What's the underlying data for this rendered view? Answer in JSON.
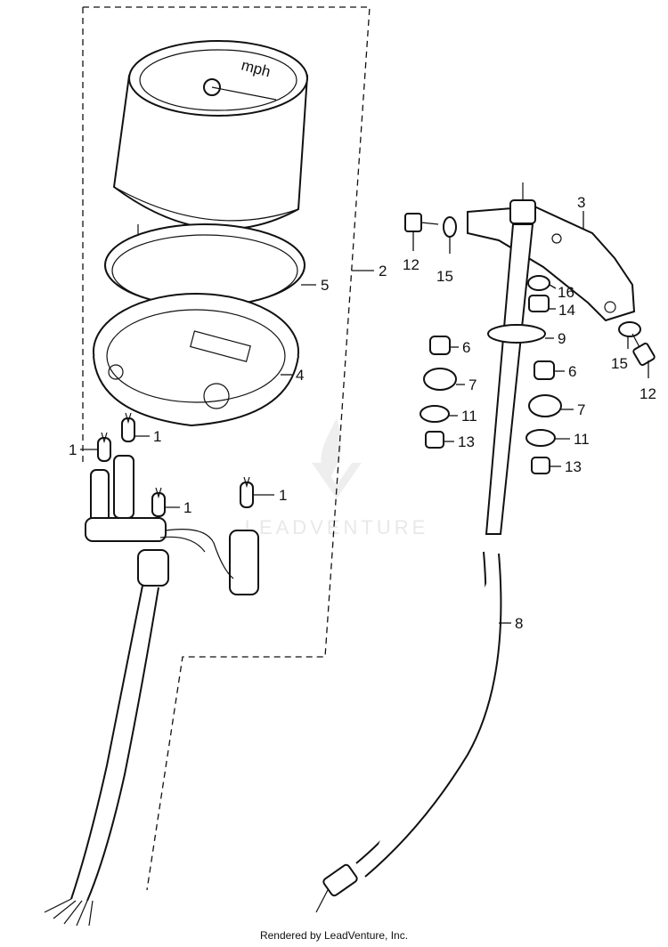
{
  "watermark": "LEADVENTURE",
  "dial_text": "mph",
  "footer": "Rendered by LeadVenture, Inc.",
  "callouts": {
    "c1a": "1",
    "c1b": "1",
    "c1c": "1",
    "c1d": "1",
    "c2": "2",
    "c3": "3",
    "c4": "4",
    "c5": "5",
    "c6a": "6",
    "c6b": "6",
    "c7a": "7",
    "c7b": "7",
    "c8": "8",
    "c9": "9",
    "c11a": "11",
    "c11b": "11",
    "c12a": "12",
    "c12b": "12",
    "c13a": "13",
    "c13b": "13",
    "c14": "14",
    "c15a": "15",
    "c15b": "15",
    "c16": "16"
  }
}
